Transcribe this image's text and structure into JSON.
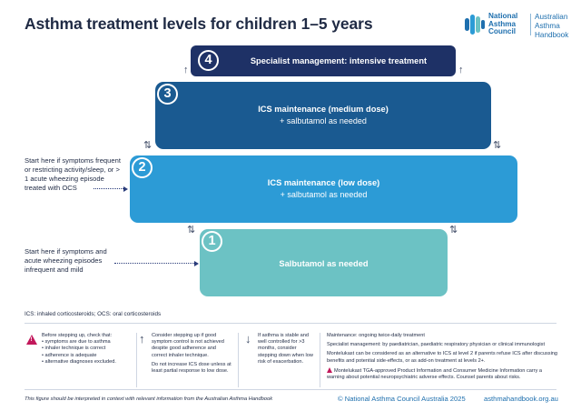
{
  "title": "Asthma treatment levels for children 1–5 years",
  "logo": {
    "org": "National Asthma Council",
    "handbook": "Australian Asthma Handbook"
  },
  "levels": [
    {
      "number": "4",
      "title": "Specialist management: intensive treatment",
      "subtitle": "",
      "color": "#1e3166"
    },
    {
      "number": "3",
      "title": "ICS maintenance (medium dose)",
      "subtitle": "+ salbutamol as needed",
      "color": "#1a5a91"
    },
    {
      "number": "2",
      "title": "ICS maintenance (low dose)",
      "subtitle": "+ salbutamol as needed",
      "color": "#2c9bd6"
    },
    {
      "number": "1",
      "title": "Salbutamol as needed",
      "subtitle": "",
      "color": "#6cc2c4"
    }
  ],
  "arrows": {
    "up": "↑",
    "both": "⇅"
  },
  "start_points": [
    {
      "text": "Start here if symptoms frequent or restricting activity/sleep, or > 1 acute wheezing episode treated with OCS"
    },
    {
      "text": "Start here if symptoms and acute wheezing episodes infrequent and mild"
    }
  ],
  "abbreviations": "ICS: inhaled corticosteroids; OCS: oral corticosteroids",
  "notes": {
    "before_step_up": {
      "heading": "Before stepping up, check that:",
      "items": [
        "• symptoms are due to asthma",
        "• inhaler technique is correct",
        "• adherence is adequate",
        "• alternative diagnoses excluded."
      ]
    },
    "step_up": {
      "p1": "Consider stepping up if good symptom control is not achieved despite good adherence and correct inhaler technique.",
      "p2": "Do not increase ICS dose unless at least partial response to low dose."
    },
    "step_down": {
      "p1": "If asthma is stable and well controlled for >3 months, consider stepping down when low risk of exacerbation."
    },
    "right": {
      "p1": "Maintenance: ongoing twice-daily treatment",
      "p2": "Specialist management: by paediatrician, paediatric respiratory physician or clinical immunologist",
      "p3": "Montelukast can be considered as an alternative to ICS at level 2 if parents refuse ICS after discussing benefits and potential side-effects, or as add-on treatment at levels 2+.",
      "p4": "Montelukast TGA-approved Product Information and Consumer Medicine Information carry a warning about potential neuropsychiatric adverse effects. Counsel parents about risks."
    }
  },
  "footer": {
    "note": "This figure should be interpreted in context with relevant information from the Australian Asthma Handbook",
    "copyright": "© National Asthma Council Australia 2025",
    "url": "asthmahandbook.org.au"
  }
}
